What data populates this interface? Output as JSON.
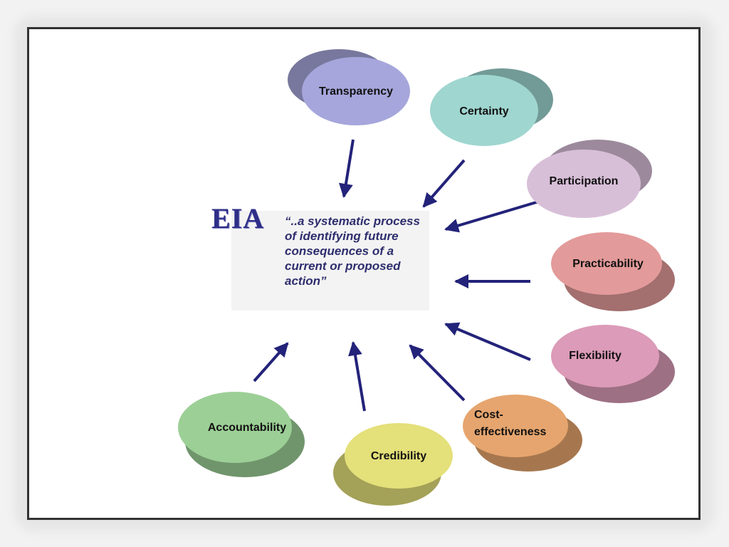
{
  "center": {
    "title": "EIA",
    "definition": "“..a systematic process of identifying future consequences of a current or proposed action”"
  },
  "nodes": [
    {
      "id": "transparency",
      "label": "Transparency",
      "color": "#a6a6dc"
    },
    {
      "id": "certainty",
      "label": "Certainty",
      "color": "#9fd6d0"
    },
    {
      "id": "participation",
      "label": "Participation",
      "color": "#d8bfd8"
    },
    {
      "id": "practicability",
      "label": "Practicability",
      "color": "#e39a9a"
    },
    {
      "id": "flexibility",
      "label": "Flexibility",
      "color": "#dc9bb8"
    },
    {
      "id": "cost-effectiveness",
      "label_line1": "Cost-",
      "label_line2": "effectiveness",
      "color": "#e6a56e"
    },
    {
      "id": "credibility",
      "label": "Credibility",
      "color": "#e4e07a"
    },
    {
      "id": "accountability",
      "label": "Accountability",
      "color": "#9ccf96"
    }
  ],
  "arrow_color": "#23237a"
}
